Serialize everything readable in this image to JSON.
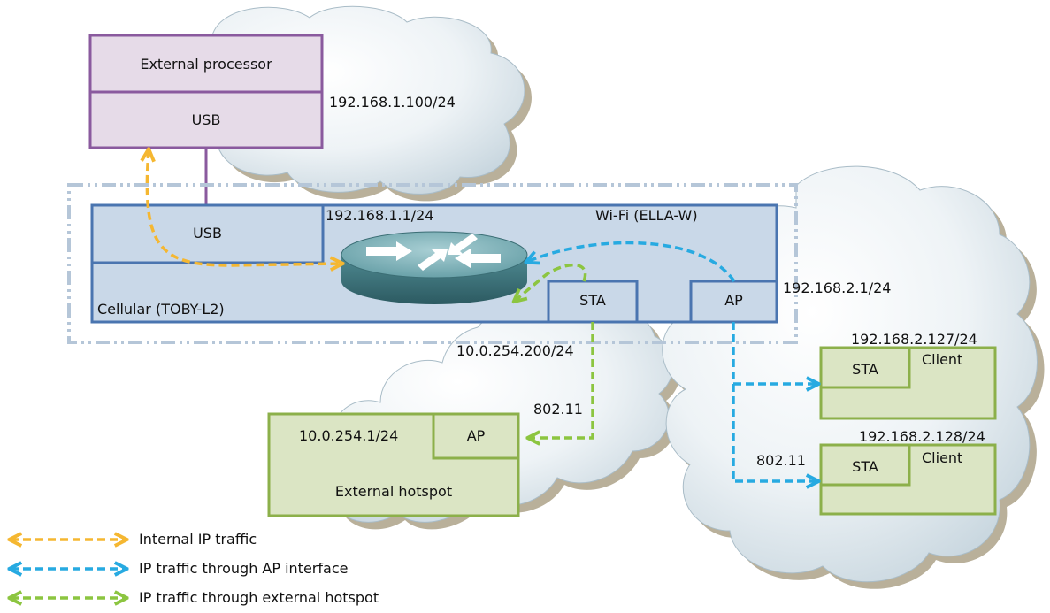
{
  "processor": {
    "title": "External processor",
    "usb": "USB",
    "ip": "192.168.1.100/24"
  },
  "module": {
    "usb": "USB",
    "router_ip": "192.168.1.1/24",
    "wifi_label": "Wi-Fi (ELLA-W)",
    "cellular_label": "Cellular (TOBY-L2)",
    "sta": "STA",
    "ap": "AP",
    "ap_ip": "192.168.2.1/24",
    "sta_ip": "10.0.254.200/24"
  },
  "hotspot": {
    "ip": "10.0.254.1/24",
    "ap": "AP",
    "label": "External hotspot",
    "link": "802.11"
  },
  "clients": [
    {
      "ip": "192.168.2.127/24",
      "sta": "STA",
      "label": "Client"
    },
    {
      "ip": "192.168.2.128/24",
      "sta": "STA",
      "label": "Client"
    }
  ],
  "clients_link": "802.11",
  "legend": [
    {
      "label": "Internal IP traffic",
      "color": "#f5b731"
    },
    {
      "label": "IP traffic through AP interface",
      "color": "#27aae1"
    },
    {
      "label": "IP traffic through external hotspot",
      "color": "#8cc540"
    }
  ],
  "colors": {
    "processor_fill": "#e6dbe8",
    "processor_stroke": "#8a5a9e",
    "module_fill": "#c9d8e8",
    "module_stroke": "#4a75b0",
    "green_fill": "#dbe5c4",
    "green_stroke": "#8cb04a",
    "cloud": "#dfe9ef"
  }
}
